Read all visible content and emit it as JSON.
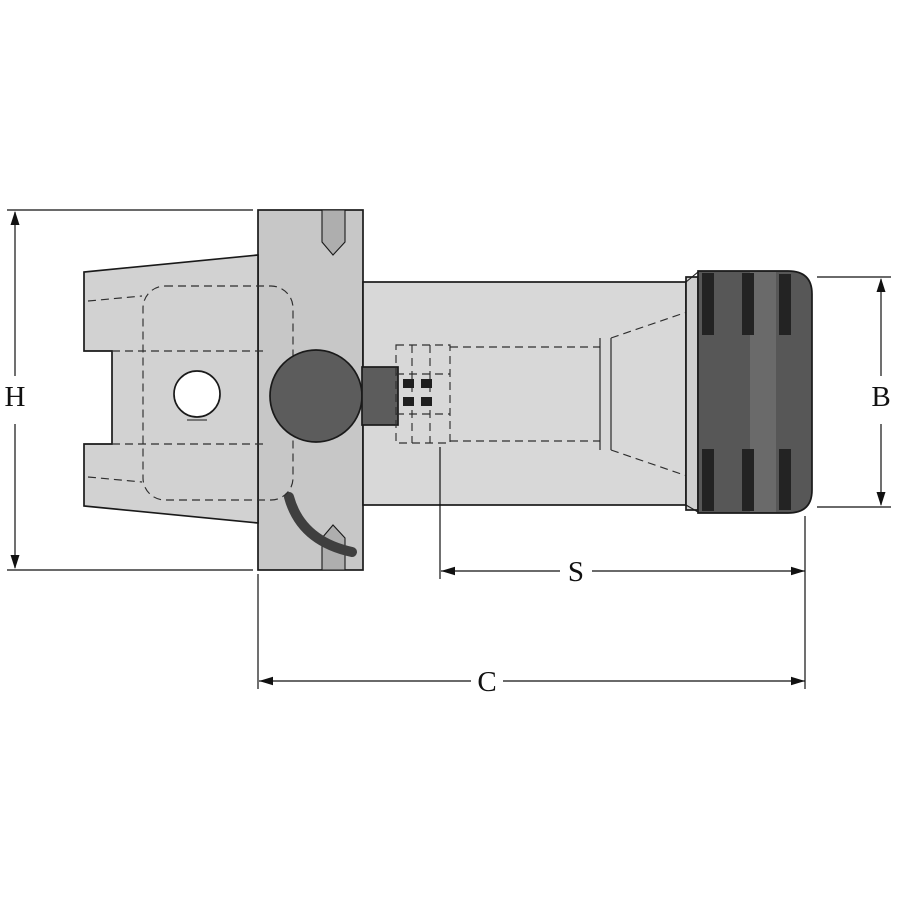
{
  "diagram": {
    "title": "Collet chuck tool holder - dimensioned technical drawing",
    "view": "side elevation with hidden (dashed) internal detail",
    "labels": {
      "height": "H",
      "nut_diameter": "B",
      "projection": "S",
      "overall_length": "C"
    },
    "colors": {
      "background": "#ffffff",
      "line": "#1a1a1a",
      "shank": "#d2d2d2",
      "flange": "#c7c7c7",
      "groove": "#aeaeae",
      "wedge": "#3f3f3f",
      "body": "#d8d8d8",
      "ring": "#cfcfcf",
      "dark_component": "#5c5c5c",
      "pocket_mark": "#1f1f1f",
      "nut": "#575757",
      "nut_highlight": "#6a6a6a",
      "nut_slot": "#232323",
      "hole": "#ffffff"
    }
  }
}
